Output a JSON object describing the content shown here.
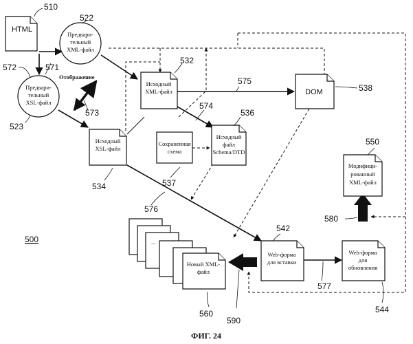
{
  "figure": {
    "caption": "ФИГ. 24",
    "system_ref": "500"
  },
  "nodes": {
    "html_file": {
      "label": "HTML",
      "ref": "510"
    },
    "prelim_xml": {
      "label_lines": [
        "Предвари-",
        "тельный",
        "XML-файл"
      ],
      "ref": "522"
    },
    "prelim_xsl": {
      "label_lines": [
        "Предвари-",
        "тельный",
        "XSL-файл"
      ],
      "ref": "523"
    },
    "source_xml": {
      "label_lines": [
        "Исходный",
        "XML-файл"
      ],
      "ref": "532"
    },
    "source_xsl": {
      "label_lines": [
        "Исходный",
        "XSL-файл"
      ],
      "ref": "534"
    },
    "dom": {
      "label": "DOM",
      "ref": "538"
    },
    "saved_schema": {
      "label_lines": [
        "Сохраненная",
        "схема"
      ],
      "ref": "537"
    },
    "source_schema": {
      "label_lines": [
        "Исходный",
        "файл",
        "Schema/DTD"
      ],
      "ref": "536"
    },
    "modified_xml": {
      "label_lines": [
        "Модифици-",
        "рованный",
        "XML-файл"
      ],
      "ref": "550"
    },
    "web_insert": {
      "label_lines": [
        "Web-форма",
        "для вставки"
      ],
      "ref": "542"
    },
    "web_update": {
      "label_lines": [
        "Web-форма",
        "для",
        "обновления"
      ],
      "ref": "544"
    },
    "new_xml": {
      "label_lines": [
        "Новый XML-",
        "файл"
      ],
      "ref": "560"
    }
  },
  "connectors": {
    "mapping_label": "Отображение",
    "refs": [
      "571",
      "572",
      "573",
      "574",
      "575",
      "576",
      "577",
      "580",
      "590"
    ],
    "ellipsis": "..."
  }
}
